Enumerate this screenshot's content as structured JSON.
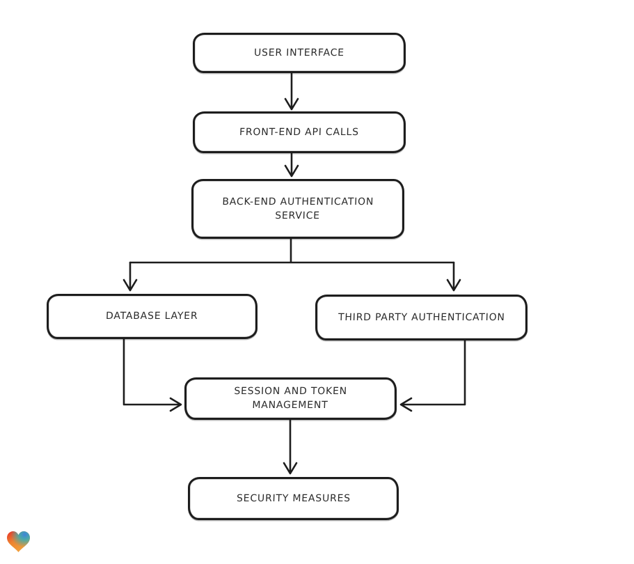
{
  "diagram": {
    "background_color": "#ffffff",
    "stroke_color": "#1d1d1d",
    "nodes": [
      {
        "id": "user-interface",
        "label": "USER INTERFACE"
      },
      {
        "id": "front-end-api-calls",
        "label": "FRONT-END API CALLS"
      },
      {
        "id": "back-end-authentication-service",
        "label": "BACK-END AUTHENTICATION\nSERVICE"
      },
      {
        "id": "database-layer",
        "label": "DATABASE LAYER"
      },
      {
        "id": "third-party-authentication",
        "label": "THIRD PARTY AUTHENTICATION"
      },
      {
        "id": "session-and-token-management",
        "label": "SESSION AND TOKEN\nMANAGEMENT"
      },
      {
        "id": "security-measures",
        "label": "SECURITY MEASURES"
      }
    ],
    "edges": [
      {
        "from": "user-interface",
        "to": "front-end-api-calls"
      },
      {
        "from": "front-end-api-calls",
        "to": "back-end-authentication-service"
      },
      {
        "from": "back-end-authentication-service",
        "to": "database-layer"
      },
      {
        "from": "back-end-authentication-service",
        "to": "third-party-authentication"
      },
      {
        "from": "database-layer",
        "to": "session-and-token-management"
      },
      {
        "from": "third-party-authentication",
        "to": "session-and-token-management"
      },
      {
        "from": "session-and-token-management",
        "to": "security-measures"
      }
    ],
    "logo": {
      "name": "heart-logo",
      "colors": {
        "red": "#e63228",
        "orange": "#f0922f",
        "blue": "#3f83dc",
        "teal": "#2fb0ba"
      }
    }
  }
}
